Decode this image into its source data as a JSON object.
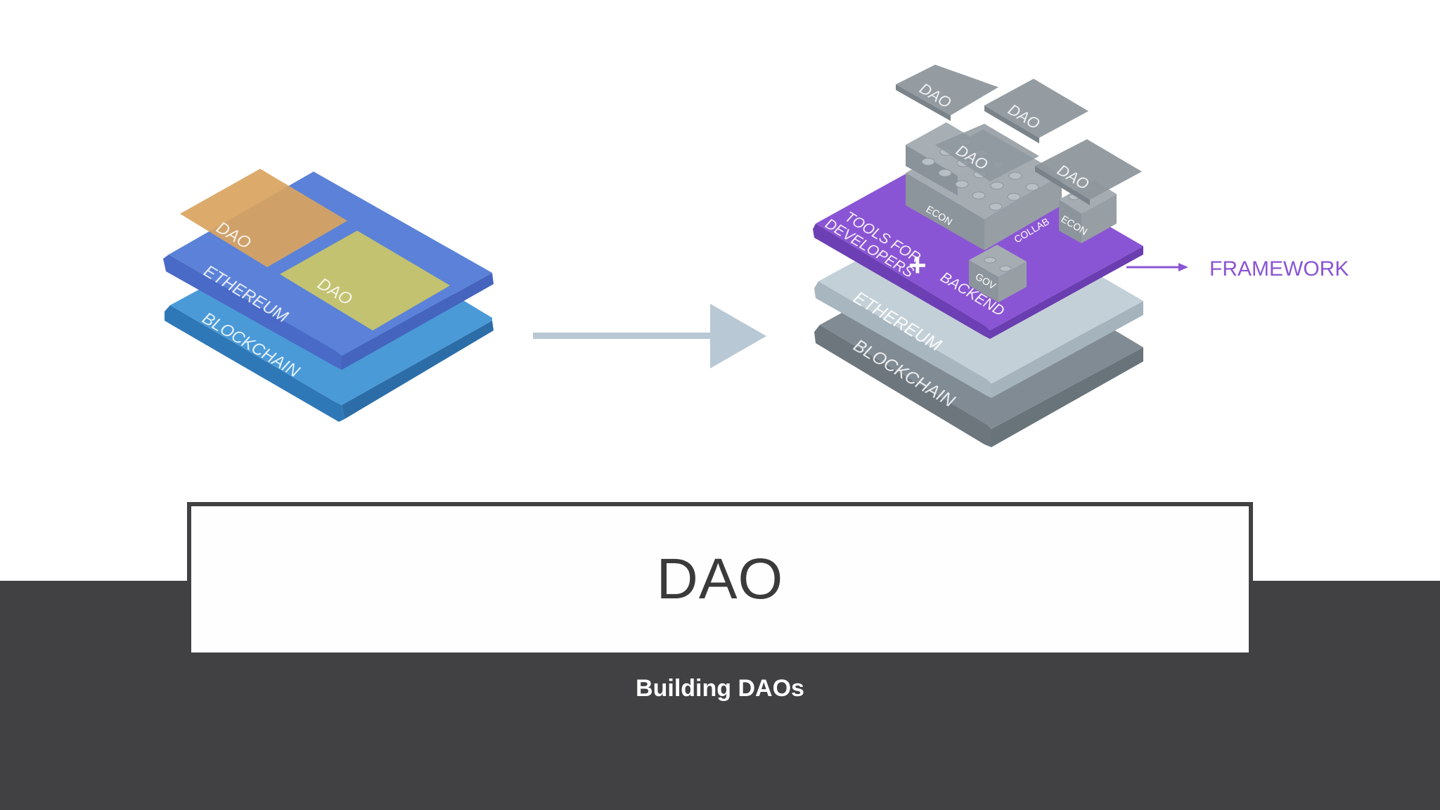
{
  "left_stack": {
    "dao_label_1": "DAO",
    "dao_label_2": "DAO",
    "ethereum_label": "ETHEREUM",
    "blockchain_label": "BLOCKCHAIN"
  },
  "right_stack": {
    "dao_tiles": [
      "DAO",
      "DAO",
      "DAO",
      "DAO"
    ],
    "brick_labels": [
      "ECON",
      "COLLAB",
      "ECON",
      "GOV"
    ],
    "tools_label_1": "TOOLS FOR",
    "tools_label_2": "DEVELOPERS",
    "plus_label": "+",
    "backend_label": "BACKEND",
    "ethereum_label": "ETHEREUM",
    "blockchain_label": "BLOCKCHAIN",
    "framework_label": "FRAMEWORK"
  },
  "title": "DAO",
  "subtitle": "Building DAOs",
  "colors": {
    "footer_band": "#414042",
    "left_blockchain": "#4a9ad8",
    "left_ethereum": "#5b82d8",
    "dao_orange": "#d9a460",
    "dao_green": "#c9c56a",
    "framework_purple": "#8a55d4",
    "ethereum_gray": "#b9c6d0",
    "blockchain_gray": "#7f8a92",
    "arrow_gray": "#b8c8d4"
  }
}
